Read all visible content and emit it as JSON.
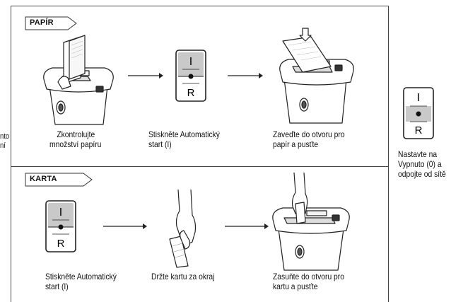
{
  "cut_left_caption": [
    "nto",
    "ní"
  ],
  "sections": {
    "paper": {
      "tag": "PAPÍR",
      "steps": [
        {
          "caption": [
            "Zkontrolujte",
            "množství papíru"
          ]
        },
        {
          "caption": [
            "Stiskněte Automatický",
            "start (I)"
          ]
        },
        {
          "caption": [
            "Zaveďte do otvoru pro",
            "papír a pusťte"
          ]
        }
      ]
    },
    "card": {
      "tag": "KARTA",
      "steps": [
        {
          "caption": [
            "Stiskněte Automatický",
            "start (I)"
          ]
        },
        {
          "caption": [
            "Držte kartu za okraj"
          ]
        },
        {
          "caption": [
            "Zasuňte do otvoru pro",
            "kartu a pusťte"
          ]
        }
      ]
    }
  },
  "switch": {
    "top": "I",
    "bottom": "R"
  },
  "off_step": {
    "caption": [
      "Nastavte na",
      "Vypnuto (0) a",
      "odpojte od sítě"
    ]
  }
}
